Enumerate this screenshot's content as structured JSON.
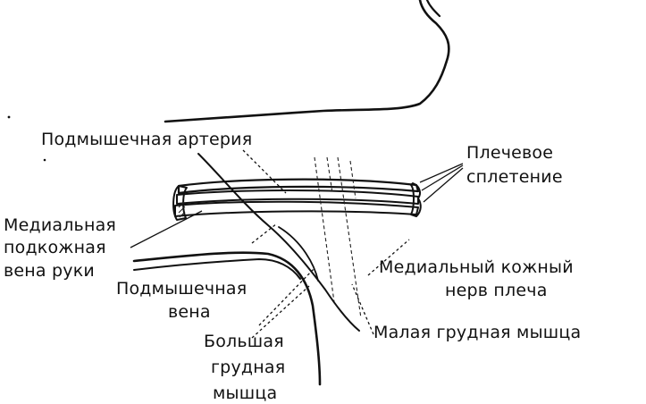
{
  "diagram": {
    "labels": {
      "axillary_artery": "Подмышечная артерия",
      "brachial_plexus": [
        "Плечевое",
        "сплетение"
      ],
      "medial_subcutaneous_vein": [
        "Медиальная",
        "подкожная",
        "вена руки"
      ],
      "axillary_vein": [
        "Подмышечная",
        "вена"
      ],
      "medial_cutaneous_nerve": [
        "Медиальный кожный",
        "нерв плеча"
      ],
      "pectoralis_minor": "Малая грудная мышца",
      "pectoralis_major": [
        "Большая",
        "грудная",
        "мышца"
      ]
    }
  }
}
